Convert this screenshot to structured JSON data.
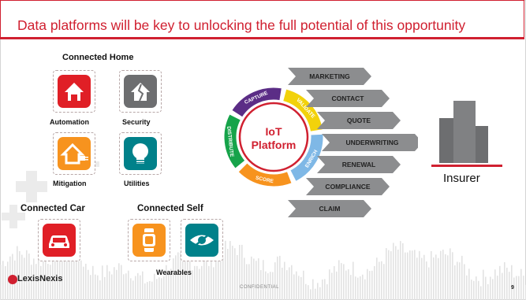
{
  "slide": {
    "title": "Data platforms will be key to unlocking the full potential of this opportunity"
  },
  "connected_home": {
    "label": "Connected Home",
    "tiles": [
      {
        "label": "Automation",
        "icon": "house-icon",
        "color": "#e01f26"
      },
      {
        "label": "Security",
        "icon": "broken-house-icon",
        "color": "#6d6e70"
      },
      {
        "label": "Mitigation",
        "icon": "house-plug-icon",
        "color": "#f7931e"
      },
      {
        "label": "Utilities",
        "icon": "bulb-icon",
        "color": "#00818a"
      }
    ]
  },
  "connected_car": {
    "label": "Connected Car",
    "icon": "car-icon",
    "color": "#e01f26"
  },
  "connected_self": {
    "label": "Connected Self",
    "caption": "Wearables",
    "tiles": [
      {
        "icon": "smartwatch-icon",
        "color": "#f7931e"
      },
      {
        "icon": "eye-icon",
        "color": "#00818a"
      }
    ]
  },
  "platform": {
    "title_line1": "IoT",
    "title_line2": "Platform",
    "segments": [
      "CAPTURE",
      "VALIDATE",
      "ENRICH",
      "SCORE",
      "DISTRIBUTE"
    ],
    "segment_colors": [
      "#5b2d86",
      "#f2d20b",
      "#7fb8e6",
      "#f7931e",
      "#16a34a"
    ]
  },
  "process": {
    "steps": [
      "MARKETING",
      "CONTACT",
      "QUOTE",
      "UNDERWRITING",
      "RENEWAL",
      "COMPLIANCE",
      "CLAIM"
    ]
  },
  "insurer": {
    "label": "Insurer",
    "icon": "building-icon"
  },
  "footer": {
    "logo": "LexisNexis",
    "confidential": "CONFIDENTIAL",
    "page_number": "9"
  },
  "colors": {
    "accent": "#d02030",
    "gray": "#6d6e70",
    "chevron": "#8c8d8f"
  }
}
